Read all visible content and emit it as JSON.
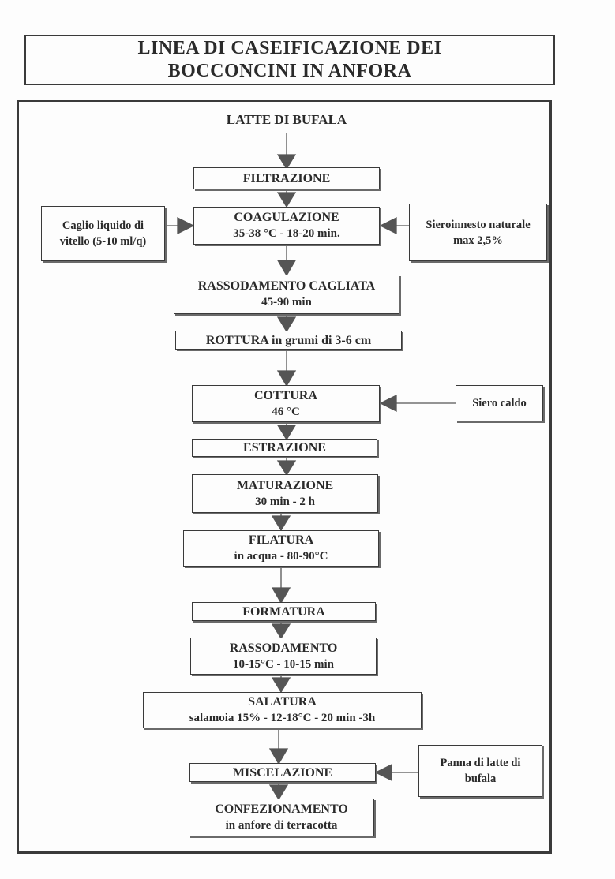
{
  "title": {
    "line1": "LINEA DI CASEIFICAZIONE DEI",
    "line2": "BOCCONCINI IN ANFORA"
  },
  "start": "LATTE DI BUFALA",
  "steps": [
    {
      "line1": "FILTRAZIONE",
      "line2": ""
    },
    {
      "line1": "COAGULAZIONE",
      "line2": "35-38 °C - 18-20 min."
    },
    {
      "line1": "RASSODAMENTO CAGLIATA",
      "line2": "45-90 min"
    },
    {
      "line1": "ROTTURA in grumi di 3-6 cm",
      "line2": ""
    },
    {
      "line1": "COTTURA",
      "line2": "46 °C"
    },
    {
      "line1": "ESTRAZIONE",
      "line2": ""
    },
    {
      "line1": "MATURAZIONE",
      "line2": "30 min - 2 h"
    },
    {
      "line1": "FILATURA",
      "line2": "in acqua - 80-90°C"
    },
    {
      "line1": "FORMATURA",
      "line2": ""
    },
    {
      "line1": "RASSODAMENTO",
      "line2": "10-15°C - 10-15 min"
    },
    {
      "line1": "SALATURA",
      "line2": "salamoia 15% -  12-18°C - 20 min  -3h"
    },
    {
      "line1": "MISCELAZIONE",
      "line2": ""
    },
    {
      "line1": "CONFEZIONAMENTO",
      "line2": "in anfore di terracotta"
    }
  ],
  "inputs": {
    "caglio": {
      "line1": "Caglio liquido di",
      "line2": "vitello (5-10 ml/q)"
    },
    "sieroinnesto": {
      "line1": "Sieroinnesto naturale",
      "line2": "max 2,5%"
    },
    "siero_caldo": {
      "line1": "Siero caldo",
      "line2": ""
    },
    "panna": {
      "line1": "Panna di latte di",
      "line2": "bufala"
    }
  }
}
